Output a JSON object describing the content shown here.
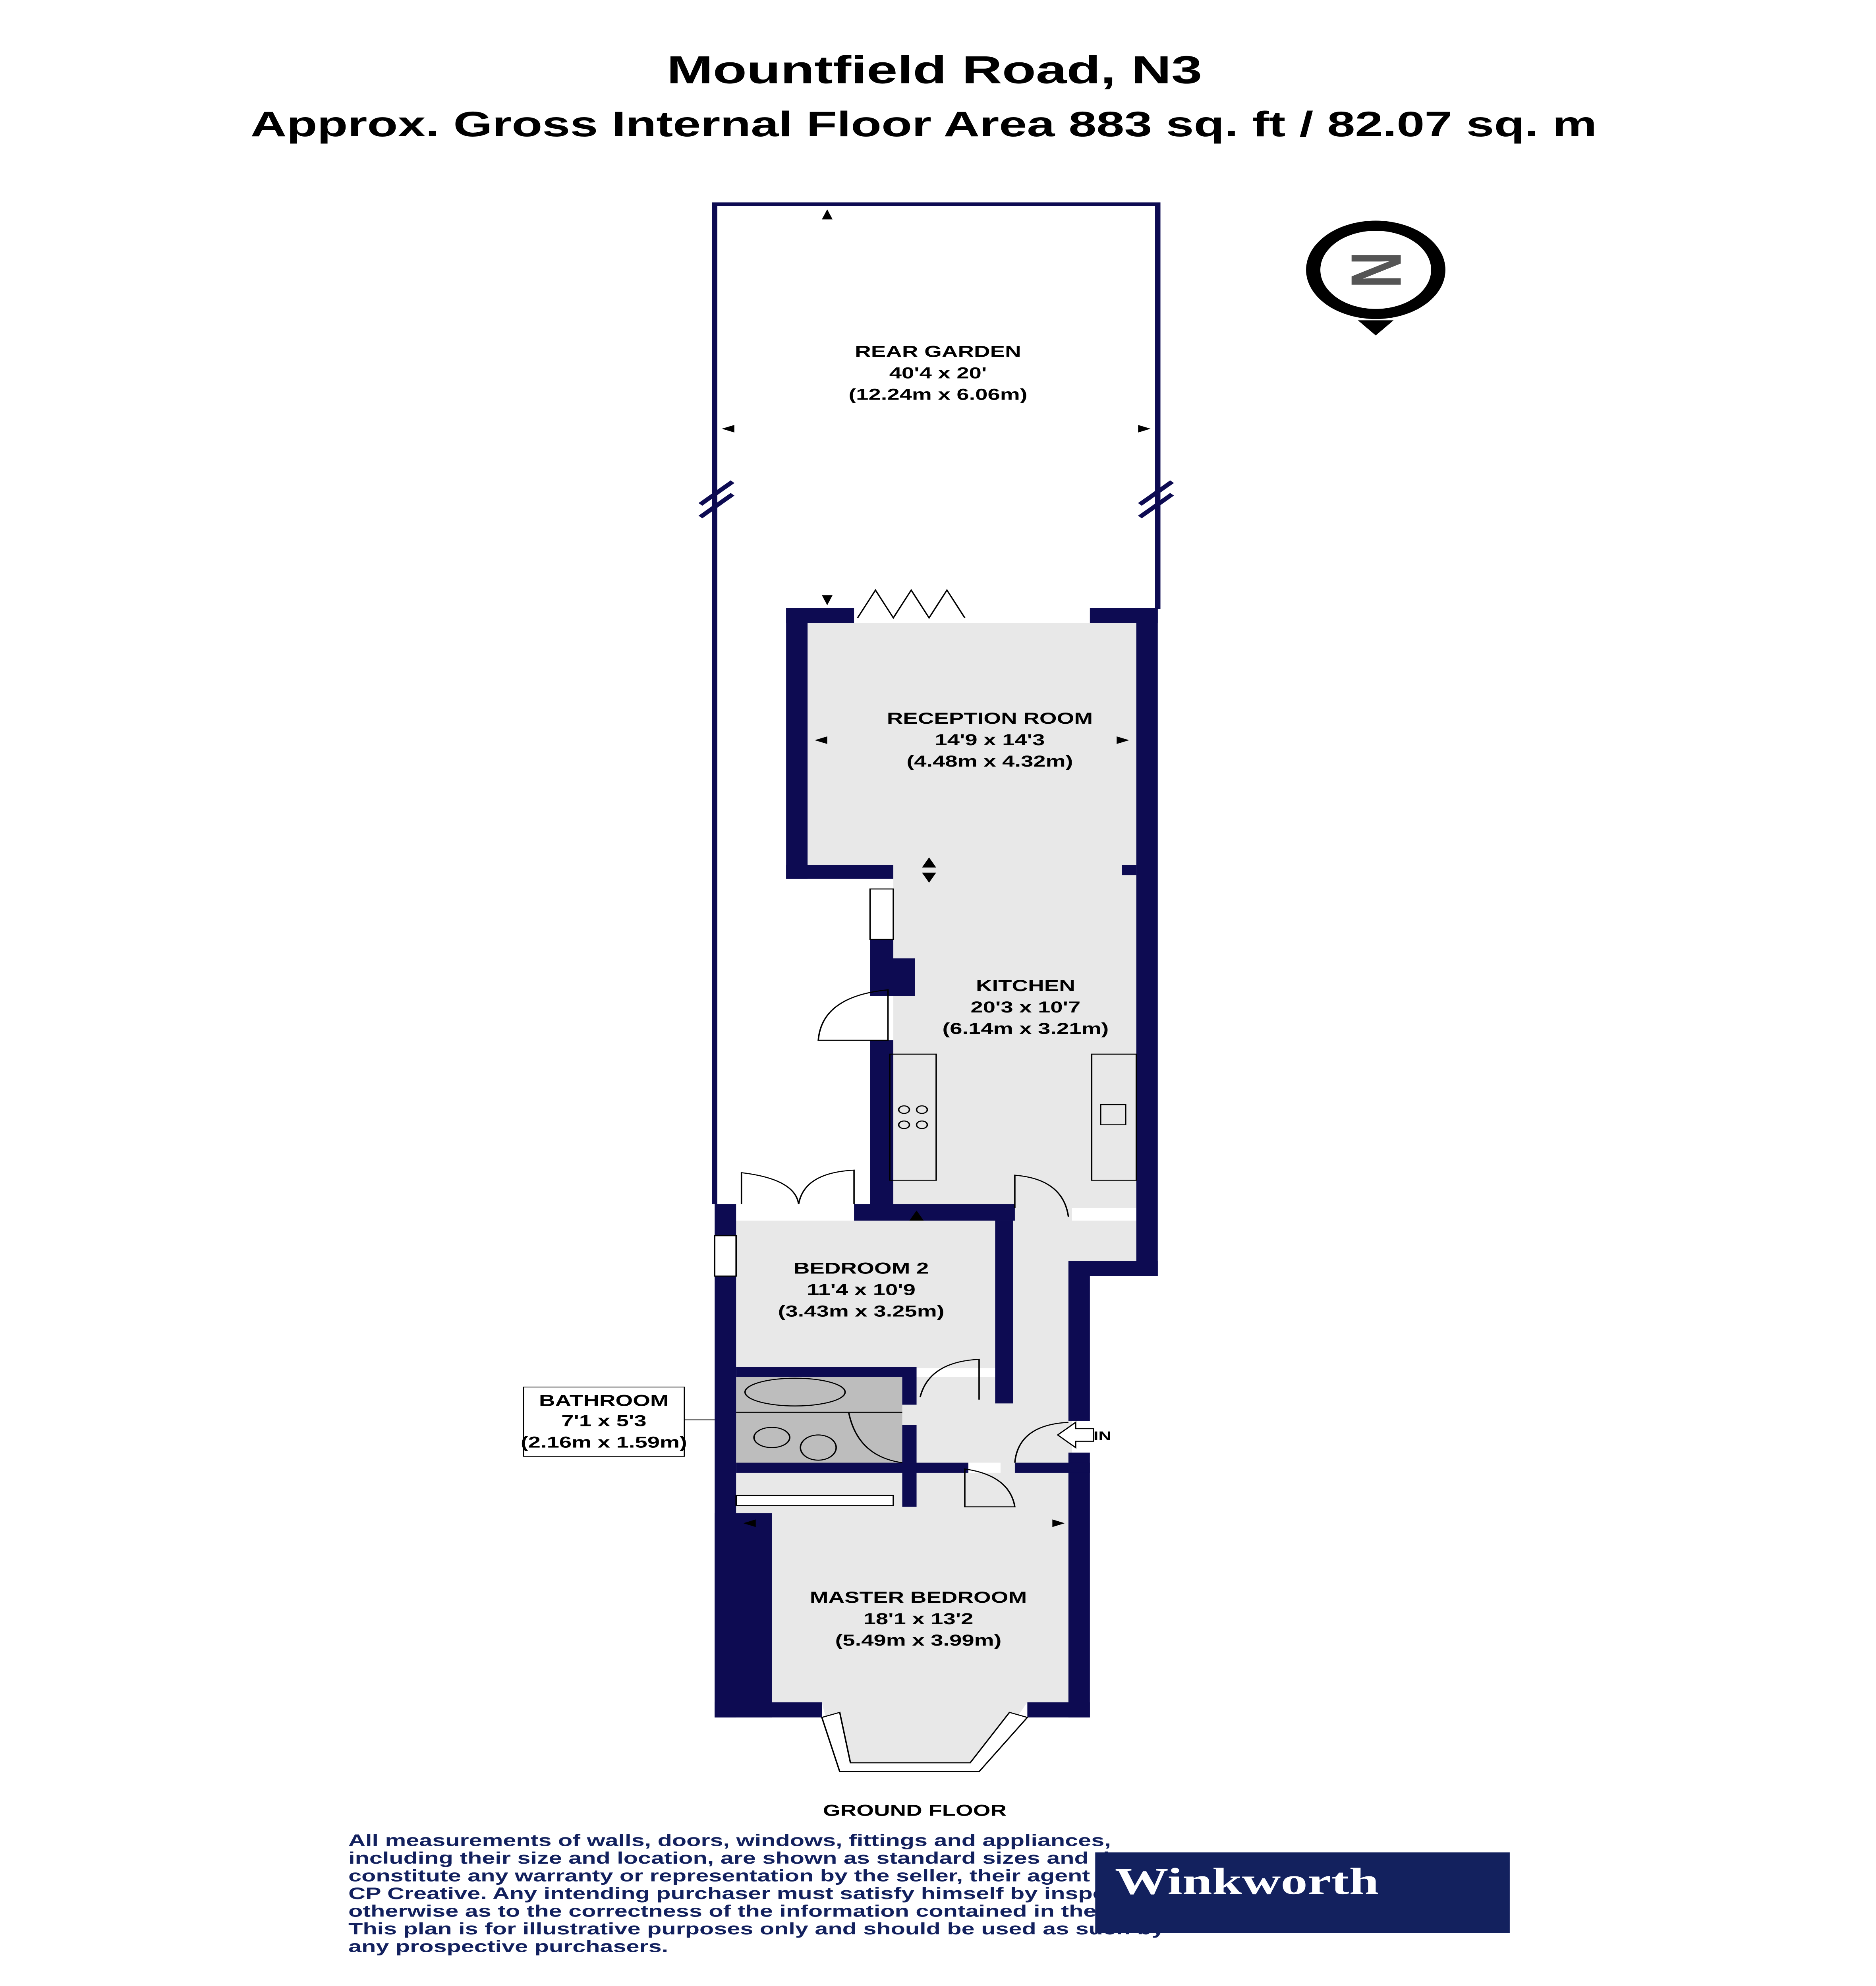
{
  "header": {
    "title": "Mountfield Road, N3",
    "subtitle": "Approx. Gross Internal Floor Area 883 sq. ft / 82.07 sq. m"
  },
  "rooms": [
    {
      "name": "REAR GARDEN",
      "imperial": "40'4 x 20'",
      "metric": "(12.24m x 6.06m)"
    },
    {
      "name": "RECEPTION ROOM",
      "imperial": "14'9 x 14'3",
      "metric": "(4.48m x 4.32m)"
    },
    {
      "name": "KITCHEN",
      "imperial": "20'3 x 10'7",
      "metric": "(6.14m x 3.21m)"
    },
    {
      "name": "BEDROOM 2",
      "imperial": "11'4 x 10'9",
      "metric": "(3.43m x 3.25m)"
    },
    {
      "name": "BATHROOM",
      "imperial": "7'1 x 5'3",
      "metric": "(2.16m x 1.59m)"
    },
    {
      "name": "MASTER BEDROOM",
      "imperial": "18'1 x 13'2",
      "metric": "(5.49m x 3.99m)"
    }
  ],
  "entrance_label": "IN",
  "floor_label": "GROUND FLOOR",
  "compass": {
    "letter": "N",
    "icon": "north-compass-icon"
  },
  "disclaimer": [
    "All measurements of walls, doors, windows, fittings and appliances,",
    "including their size and location, are shown as standard sizes and do not",
    "constitute any warranty or representation by the seller, their agent or",
    "CP Creative. Any intending purchaser must satisfy himself by inspection or",
    "otherwise as to the correctness of the information contained in these plans.",
    "This plan is for illustrative purposes only and should be used as such by",
    "any prospective purchasers."
  ],
  "logo": {
    "text": "Winkworth",
    "background": "#13215e"
  },
  "colors": {
    "walls": "#0d0b52",
    "floor": "#e8e8e8",
    "wet_room": "#bdbdbd"
  }
}
